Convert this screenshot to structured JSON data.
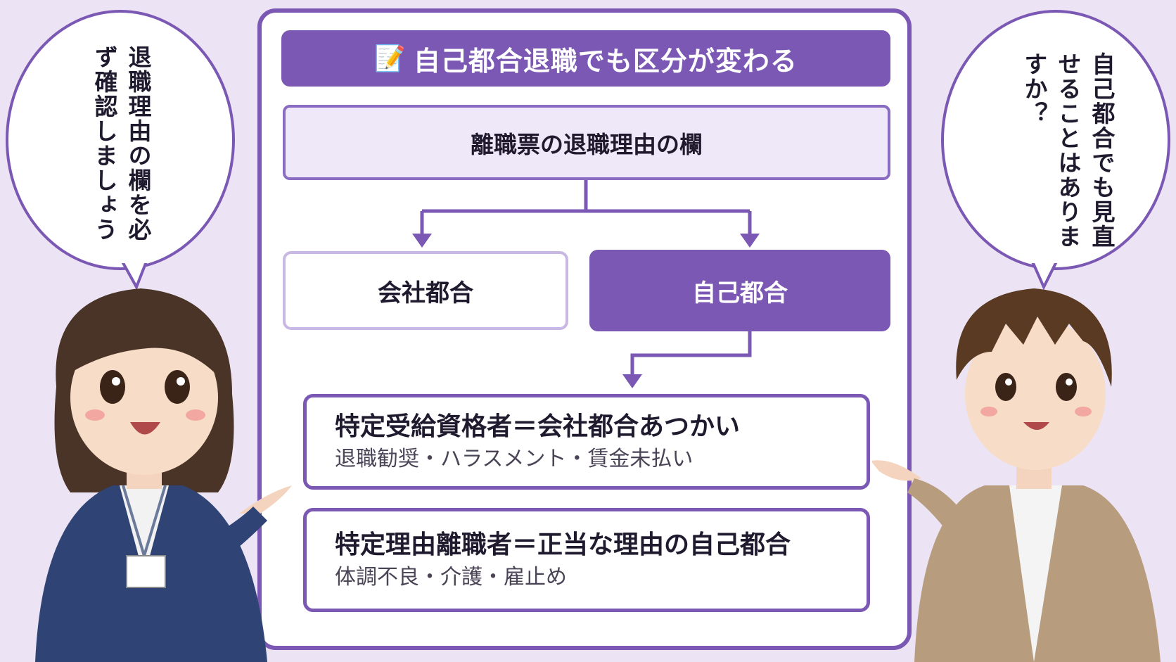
{
  "title": {
    "icon": "memo-icon",
    "glyph": "📝",
    "text": "自己都合退職でも区分が変わる"
  },
  "source": {
    "label": "離職票の退職理由の欄"
  },
  "branches": {
    "company": "会社都合",
    "self": "自己都合"
  },
  "results": [
    {
      "head": "特定受給資格者＝会社都合あつかい",
      "sub": "退職勧奨・ハラスメント・賃金未払い"
    },
    {
      "head": "特定理由離職者＝正当な理由の自己都合",
      "sub": "体調不良・介護・雇止め"
    }
  ],
  "bubbles": {
    "left": "退職理由の欄を必ず確認しましょう",
    "right": "自己都合でも見直せることはありますか？"
  },
  "colors": {
    "accent": "#7a58b4",
    "light": "#efe8f8",
    "background": "#ece4f4"
  }
}
